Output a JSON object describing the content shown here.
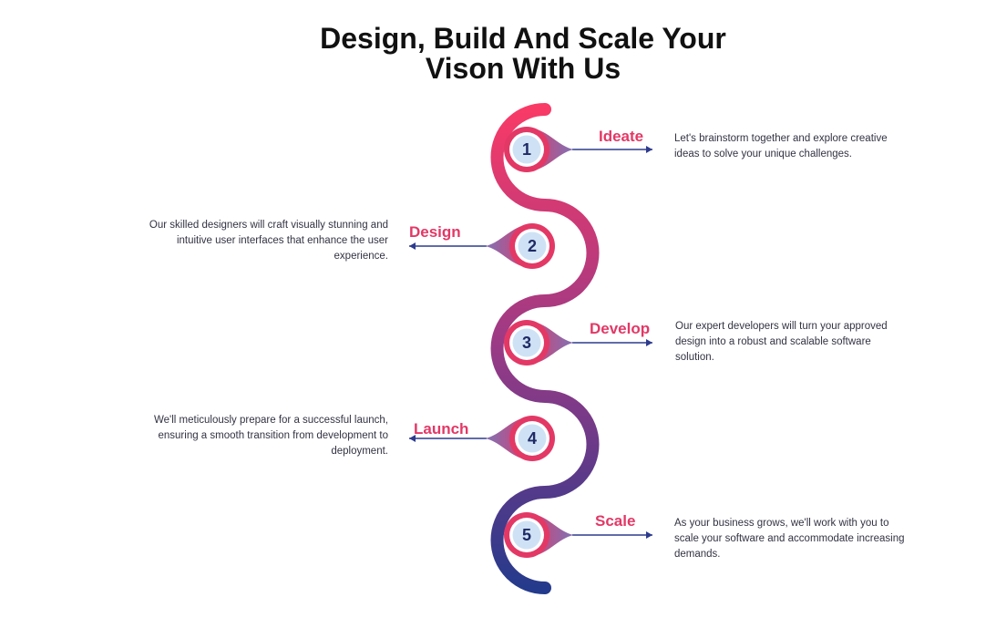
{
  "title": {
    "line1": "Design, Build And Scale Your",
    "line2": "Vison With Us"
  },
  "colors": {
    "gradient_top": "#fb3a66",
    "gradient_mid": "#9a3a86",
    "gradient_bottom": "#233a8c",
    "accent": "#e33866",
    "node_fill": "#cfe2f5",
    "number": "#1f2a66",
    "connector": "#2d3b8e"
  },
  "steps": [
    {
      "number": "1",
      "title": "Ideate",
      "description": "Let's brainstorm together and explore creative ideas to solve your unique challenges."
    },
    {
      "number": "2",
      "title": "Design",
      "description": "Our skilled designers will craft visually stunning and intuitive user interfaces that enhance the user experience."
    },
    {
      "number": "3",
      "title": "Develop",
      "description": "Our expert developers will turn your approved design into a robust and scalable software solution."
    },
    {
      "number": "4",
      "title": "Launch",
      "description": "We'll meticulously prepare for a successful launch, ensuring a smooth transition from development to deployment."
    },
    {
      "number": "5",
      "title": "Scale",
      "description": "As your business grows, we'll work with you to scale your software and accommodate increasing demands."
    }
  ]
}
